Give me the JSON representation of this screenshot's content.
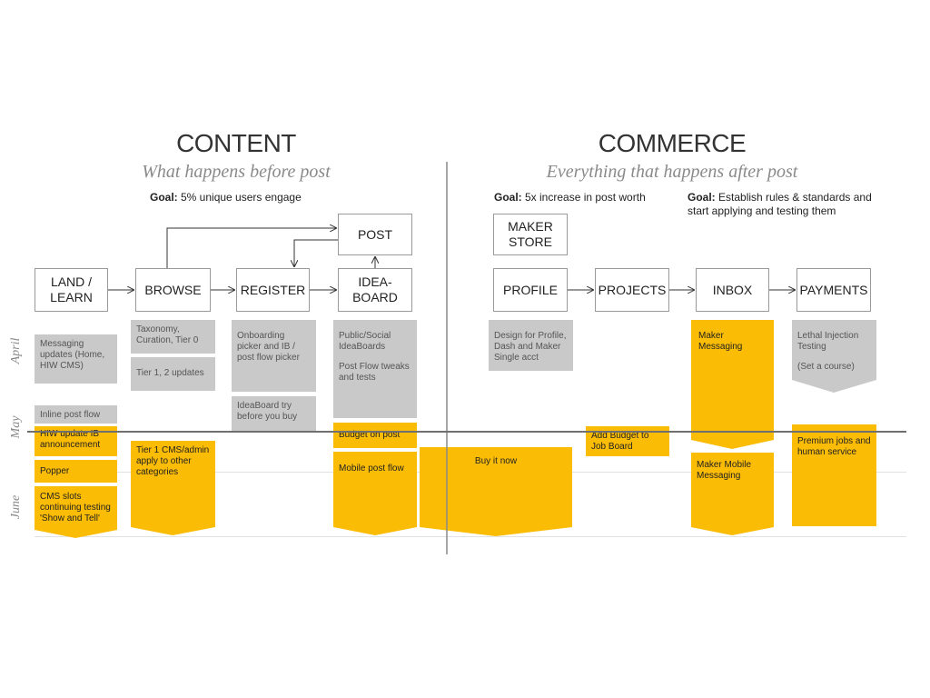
{
  "content": {
    "title": "CONTENT",
    "subtitle": "What happens before post",
    "goal_label": "Goal:",
    "goal_text": " 5% unique users engage"
  },
  "commerce": {
    "title": "COMMERCE",
    "subtitle": "Everything that happens after post",
    "goal1_label": "Goal:",
    "goal1_text": " 5x increase in post worth",
    "goal2_label": "Goal:",
    "goal2_text": " Establish rules & standards and start applying and testing them"
  },
  "stages": {
    "land": "LAND / LEARN",
    "browse": "BROWSE",
    "register": "REGISTER",
    "post": "POST",
    "ideaboard": "IDEA-BOARD",
    "maker_store": "MAKER STORE",
    "profile": "PROFILE",
    "projects": "PROJECTS",
    "inbox": "INBOX",
    "payments": "PAYMENTS"
  },
  "months": {
    "april": "April",
    "may": "May",
    "june": "June"
  },
  "cards": {
    "messaging_updates": "Messaging updates (Home, HIW CMS)",
    "inline_post_flow": "Inline post flow",
    "hiw_update": "HIW update IB announcement",
    "popper": "Popper",
    "cms_slots": "CMS slots continuing testing 'Show and Tell'",
    "taxonomy": "Taxonomy, Curation, Tier 0",
    "tier12": "Tier 1, 2 updates",
    "tier1_cms": "Tier 1 CMS/admin apply to other categories",
    "onboarding": "Onboarding picker and IB / post flow picker",
    "ideaboard_try": "IdeaBoard try before you buy",
    "public_social": "Public/Social IdeaBoards",
    "post_flow_tweaks": "Post Flow tweaks and tests",
    "budget_on_post": "Budget on post",
    "mobile_post_flow": "Mobile post flow",
    "buy_it_now": "Buy it now",
    "design_profile": "Design for Profile, Dash and Maker Single acct",
    "add_budget": "Add Budget to Job Board",
    "maker_messaging": "Maker Messaging",
    "maker_mobile_messaging": "Maker Mobile Messaging",
    "lethal_injection": "Lethal Injection Testing",
    "set_course": "(Set a course)",
    "premium_jobs": "Premium jobs and human service"
  }
}
